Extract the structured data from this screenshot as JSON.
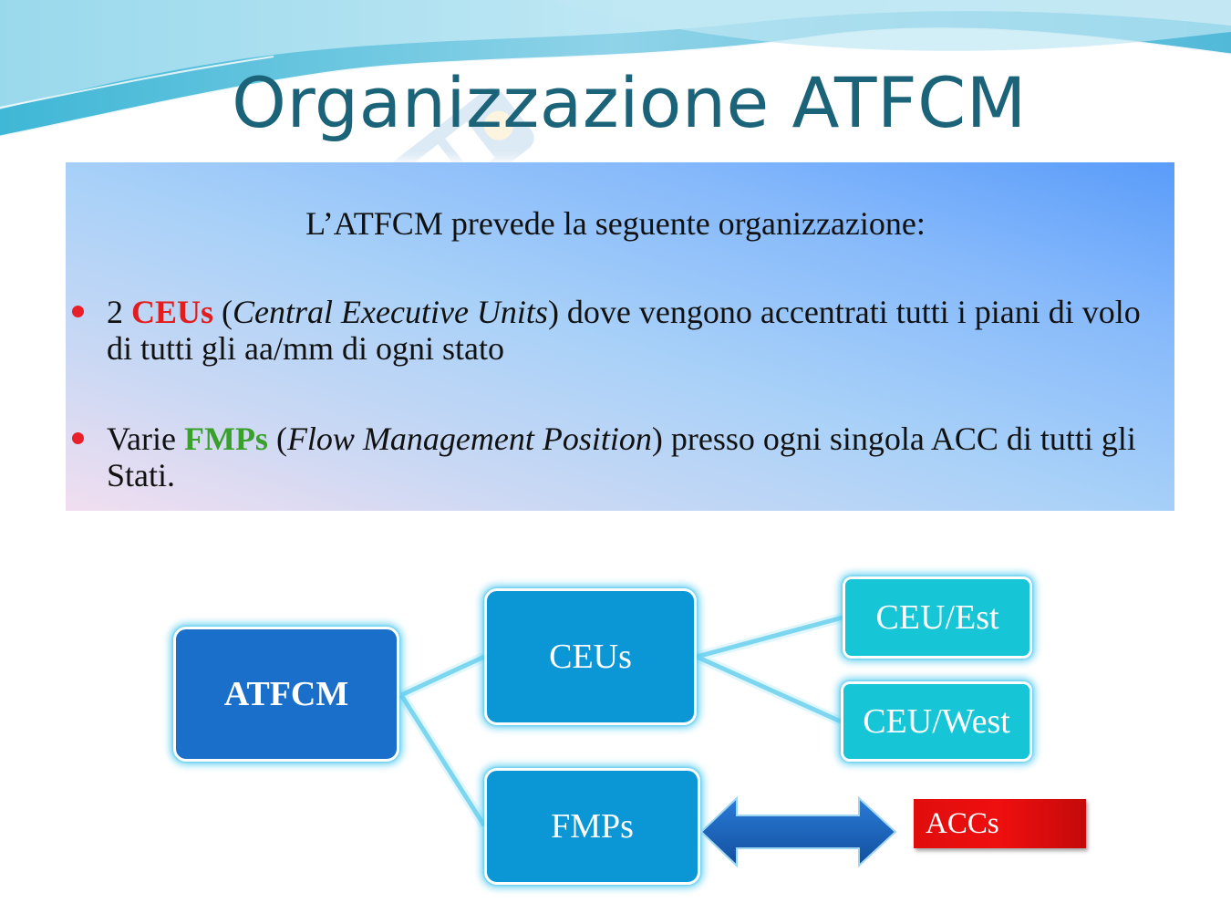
{
  "slide": {
    "title": "Organizzazione ATFCM",
    "intro": "L’ATFCM prevede la seguente organizzazione:",
    "bullets": [
      {
        "prefix": "2 ",
        "highlight": "CEUs",
        "highlight_color": "#e11d1d",
        "open_paren": " (",
        "italic": "Central Executive Units",
        "rest": ") dove vengono accentrati tutti i piani di volo di tutti gli aa/mm di ogni stato"
      },
      {
        "prefix": "Varie ",
        "highlight": "FMPs",
        "highlight_color": "#3aa02c",
        "open_paren": " (",
        "italic": "Flow Management Position",
        "rest": ") presso ogni singola ACC di tutti gli Stati."
      }
    ]
  },
  "diagram": {
    "root": "ATFCM",
    "ceus": "CEUs",
    "fmps": "FMPs",
    "ceu_est": "CEU/Est",
    "ceu_west": "CEU/West",
    "accs": "ACCs"
  },
  "colors": {
    "title": "#1b6379",
    "bullet_dot": "#e8202a",
    "root_node": "#1a6fcb",
    "level2_node": "#0b96d6",
    "level3_node": "#16c6d6",
    "arrow": "#1a5fc0",
    "accs_box": "#e00d0d"
  }
}
